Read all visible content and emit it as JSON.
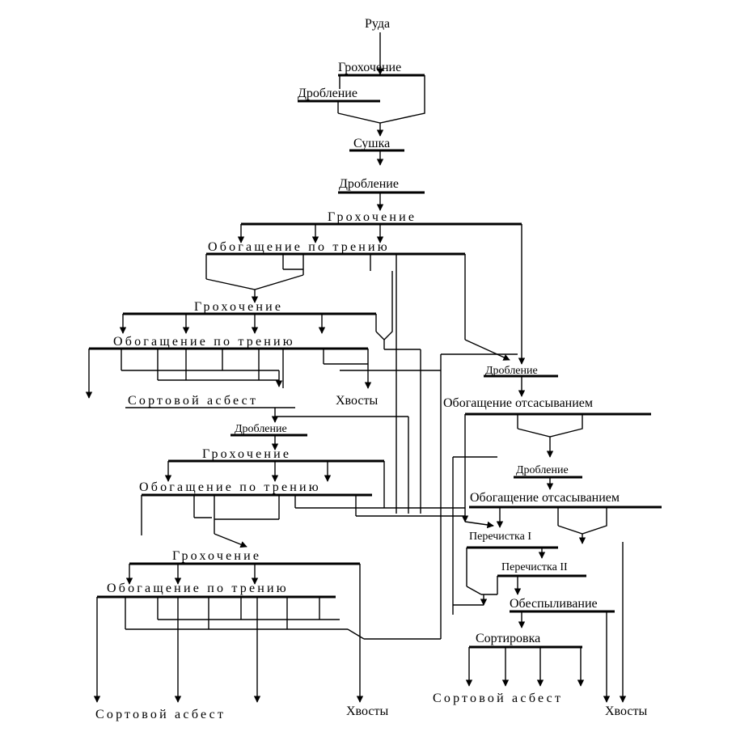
{
  "diagram": {
    "ore": "Руда",
    "screening": "Грохочение",
    "crushing": "Дробление",
    "drying": "Сушка",
    "friction_beneficiation": "Обогащение по трению",
    "suction_beneficiation": "Обогащение отсасыванием",
    "graded_asbestos": "Сортовой асбест",
    "tailings": "Хвосты",
    "recleaning_1": "Перечистка I",
    "recleaning_2": "Перечистка II",
    "dedusting": "Обеспыливание",
    "sorting": "Сортировка"
  }
}
